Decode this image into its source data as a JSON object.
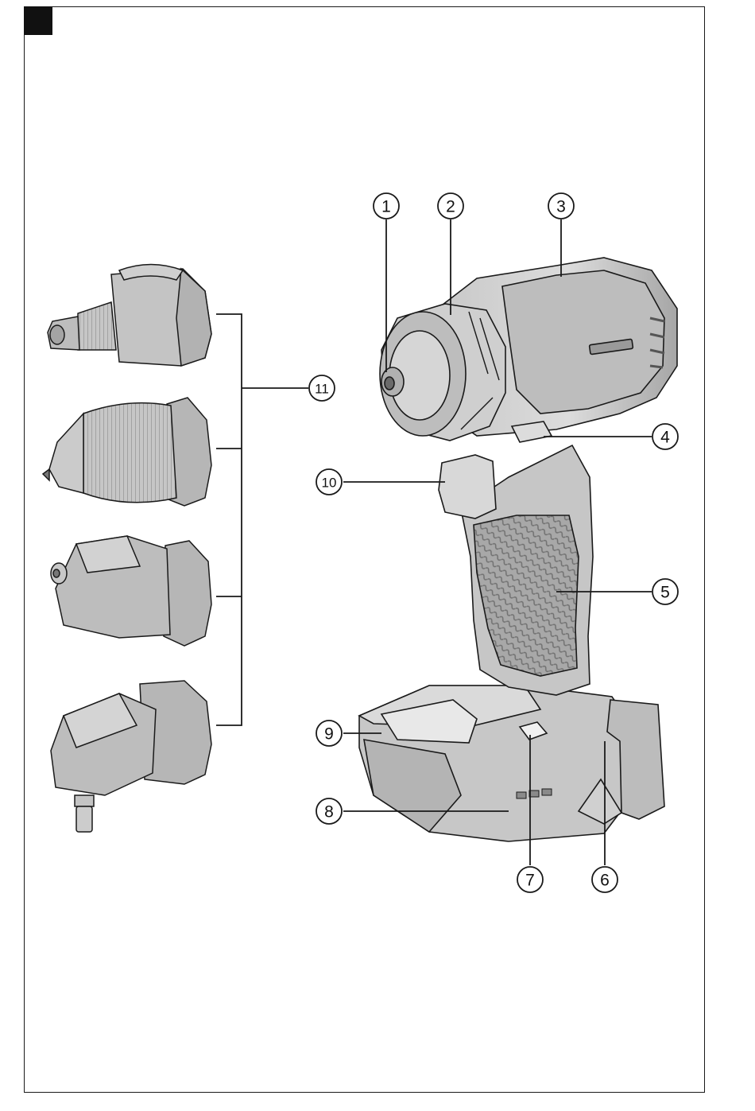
{
  "callouts": {
    "c1": "1",
    "c2": "2",
    "c3": "3",
    "c4": "4",
    "c5": "5",
    "c6": "6",
    "c7": "7",
    "c8": "8",
    "c9": "9",
    "c10": "10",
    "c11": "11"
  },
  "colors": {
    "outline": "#1a1a1a",
    "body_light": "#d4d4d4",
    "body_mid": "#b4b4b4",
    "body_dark": "#8e8e8e",
    "grip": "#a2a2a2"
  }
}
